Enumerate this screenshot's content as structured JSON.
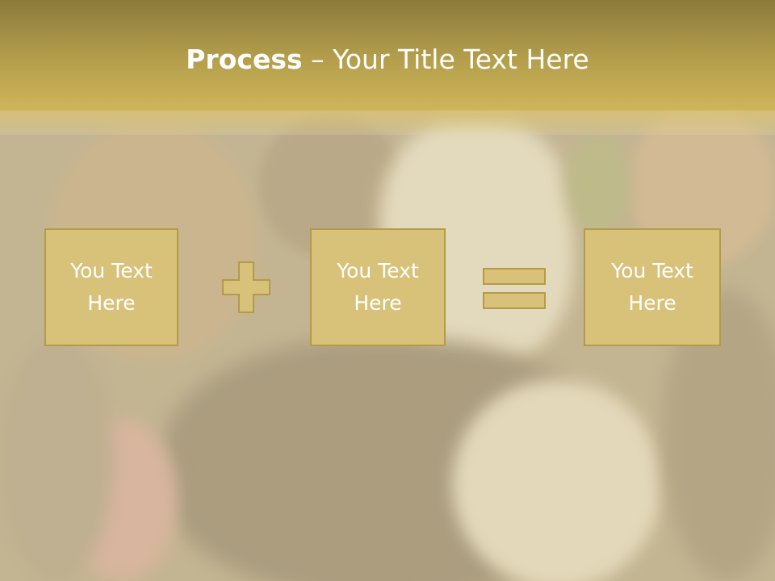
{
  "header": {
    "title_bold": "Process",
    "title_rest": " – Your Title Text Here"
  },
  "process": {
    "steps": [
      {
        "text": "You Text Here"
      },
      {
        "text": "You Text Here"
      },
      {
        "text": "You Text Here"
      }
    ],
    "operators": [
      "plus-icon",
      "equals-icon"
    ]
  },
  "colors": {
    "header": "#b59f4c",
    "box_fill": "#d8c279",
    "box_border": "#b49a49",
    "text": "#ffffff"
  }
}
